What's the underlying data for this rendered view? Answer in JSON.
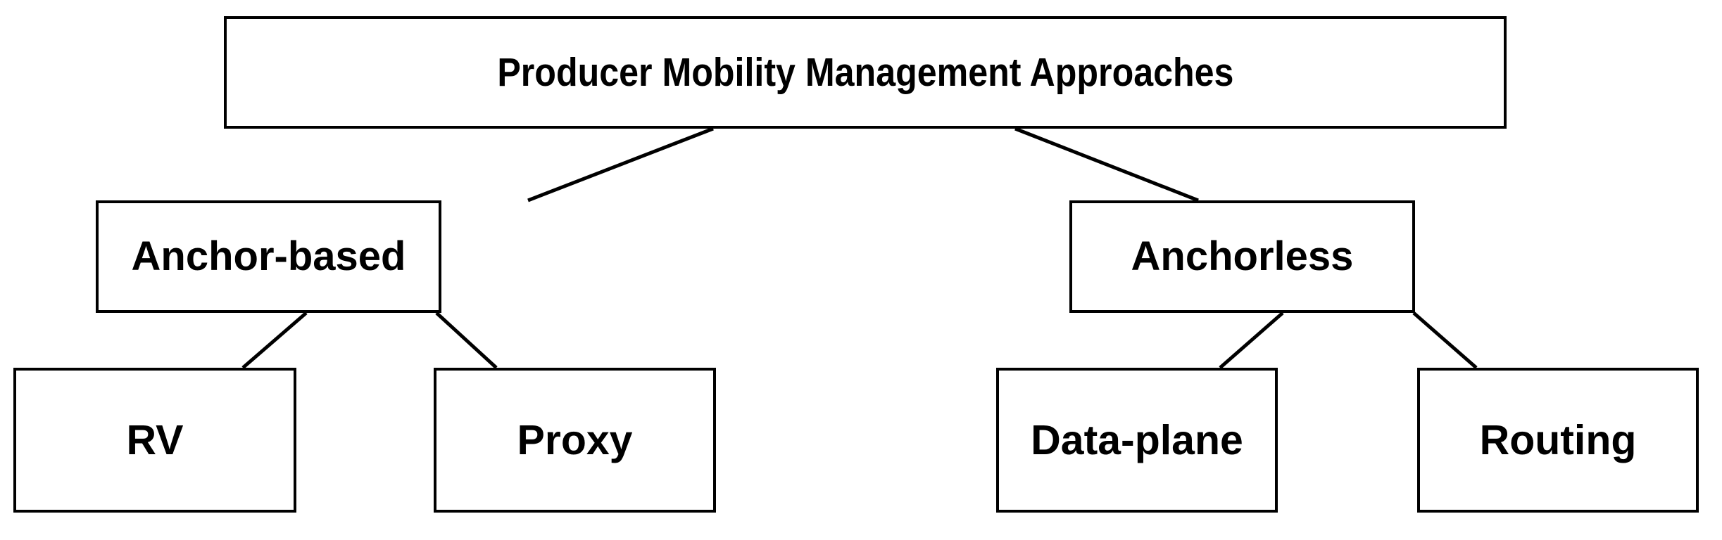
{
  "diagram": {
    "title": "Producer Mobility Management Approaches",
    "type": "tree",
    "background_color": "#ffffff",
    "line_color": "#000000",
    "text_color": "#000000",
    "nodes": {
      "root": {
        "label": "Producer Mobility Management Approaches"
      },
      "anchor_based": {
        "label": "Anchor-based"
      },
      "anchorless": {
        "label": "Anchorless"
      },
      "rv": {
        "label": "RV"
      },
      "proxy": {
        "label": "Proxy"
      },
      "data_plane": {
        "label": "Data-plane"
      },
      "routing": {
        "label": "Routing"
      }
    },
    "edges": [
      {
        "from": "root",
        "to": "anchor_based"
      },
      {
        "from": "root",
        "to": "anchorless"
      },
      {
        "from": "anchor_based",
        "to": "rv"
      },
      {
        "from": "anchor_based",
        "to": "proxy"
      },
      {
        "from": "anchorless",
        "to": "data_plane"
      },
      {
        "from": "anchorless",
        "to": "routing"
      }
    ]
  }
}
